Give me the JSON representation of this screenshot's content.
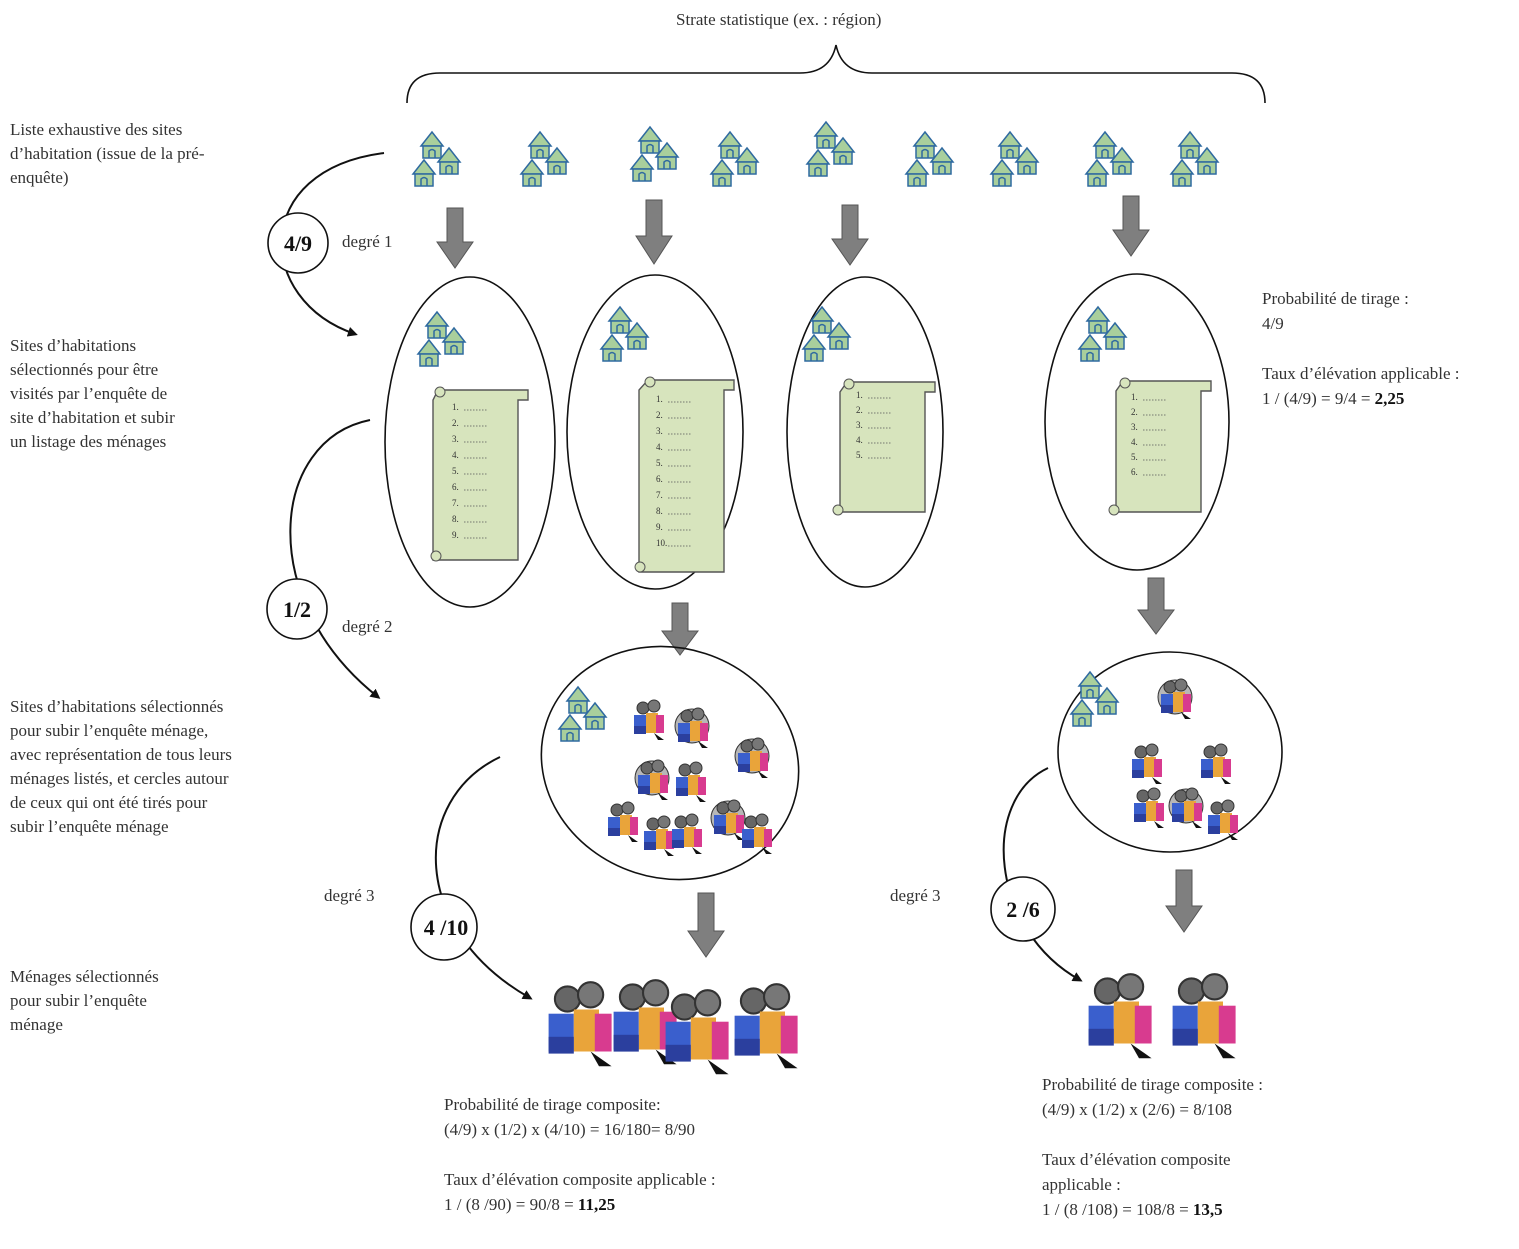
{
  "strata_title": "Strate statistique (ex. : région)",
  "left_labels": {
    "list": "Liste exhaustive des sites\nd’habitation (issue de la pré-\nenquête)",
    "sites_selected": "Sites d’habitations\nsélectionnés pour être\nvisités par l’enquête de\nsite d’habitation et subir\nun listage des ménages",
    "households": "Sites d’habitations sélectionnés\npour subir l’enquête ménage,\navec représentation de tous leurs\nménages listés, et cercles autour\nde ceux qui ont été tirés pour\nsubir l’enquête ménage",
    "final": "Ménages sélectionnés\npour subir l’enquête\nménage"
  },
  "stages": [
    {
      "fraction": "4/9",
      "label": "degré 1"
    },
    {
      "fraction": "1/2",
      "label": "degré 2"
    },
    {
      "fraction": "4 /10",
      "label": "degré 3"
    },
    {
      "fraction": "2 /6",
      "label": "degré 3"
    }
  ],
  "stage1_info": {
    "prob_title": "Probabilité de tirage :",
    "prob_value": "4/9",
    "rate_title": "Taux d’élévation applicable :",
    "rate_formula": "1 / (4/9) =  9/4 = ",
    "rate_result": "2,25"
  },
  "lists": [
    [
      "1.",
      "2.",
      "3.",
      "4.",
      "5.",
      "6.",
      "7.",
      "8.",
      "9."
    ],
    [
      "1.",
      "2.",
      "3.",
      "4.",
      "5.",
      "6.",
      "7.",
      "8.",
      "9.",
      "10."
    ],
    [
      "1.",
      "2.",
      "3.",
      "4.",
      "5."
    ],
    [
      "1.",
      "2.",
      "3.",
      "4.",
      "5.",
      "6."
    ]
  ],
  "bottom_left": {
    "prob_title": "Probabilité de tirage composite:",
    "prob_formula": "(4/9) x (1/2)  x (4/10)  = 16/180= 8/90",
    "rate_title": "Taux d’élévation  composite applicable :",
    "rate_formula": "1 / (8 /90)  = 90/8  =  ",
    "rate_result": "11,25"
  },
  "bottom_right": {
    "prob_title": "Probabilité de tirage composite :",
    "prob_formula": "(4/9) x (1/2)  x (2/6) = 8/108",
    "rate_title_1": "Taux d’élévation  composite",
    "rate_title_2": "applicable :",
    "rate_formula": "1 /  (8 /108)  = 108/8 = ",
    "rate_result": "13,5"
  },
  "colors": {
    "house_fill": "#a9cf9c",
    "house_stroke": "#2f6aa0",
    "arrow_fill": "#7f7f7f",
    "scroll_fill": "#d7e4bd",
    "selected_circle": "#b7b7b7"
  }
}
